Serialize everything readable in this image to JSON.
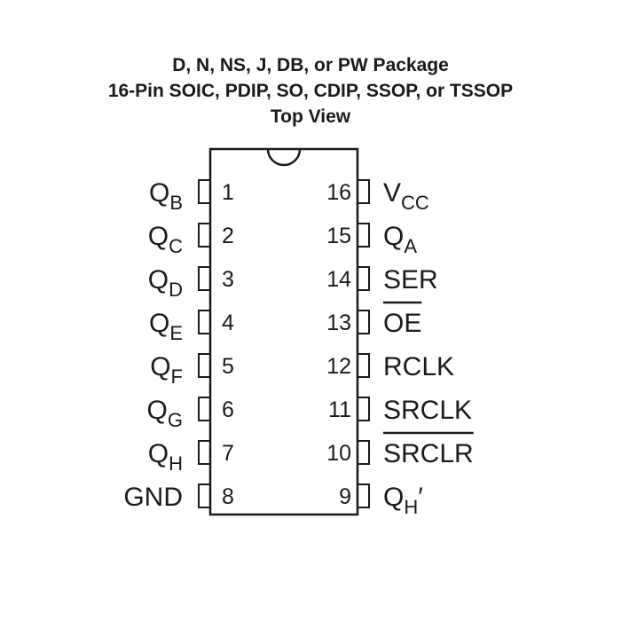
{
  "title": {
    "line1": "D, N, NS, J, DB, or PW Package",
    "line2": "16-Pin SOIC, PDIP, SO, CDIP, SSOP, or TSSOP",
    "line3": "Top View"
  },
  "left_pins": [
    {
      "num": "1",
      "name": "Q",
      "sub": "B",
      "overline": false
    },
    {
      "num": "2",
      "name": "Q",
      "sub": "C",
      "overline": false
    },
    {
      "num": "3",
      "name": "Q",
      "sub": "D",
      "overline": false
    },
    {
      "num": "4",
      "name": "Q",
      "sub": "E",
      "overline": false
    },
    {
      "num": "5",
      "name": "Q",
      "sub": "F",
      "overline": false
    },
    {
      "num": "6",
      "name": "Q",
      "sub": "G",
      "overline": false
    },
    {
      "num": "7",
      "name": "Q",
      "sub": "H",
      "overline": false
    },
    {
      "num": "8",
      "name": "GND",
      "sub": "",
      "overline": false
    }
  ],
  "right_pins": [
    {
      "num": "16",
      "name": "V",
      "sub": "CC",
      "suffix": "",
      "overline": false
    },
    {
      "num": "15",
      "name": "Q",
      "sub": "A",
      "suffix": "",
      "overline": false
    },
    {
      "num": "14",
      "name": "SER",
      "sub": "",
      "suffix": "",
      "overline": false
    },
    {
      "num": "13",
      "name": "OE",
      "sub": "",
      "suffix": "",
      "overline": true
    },
    {
      "num": "12",
      "name": "RCLK",
      "sub": "",
      "suffix": "",
      "overline": false
    },
    {
      "num": "11",
      "name": "SRCLK",
      "sub": "",
      "suffix": "",
      "overline": false
    },
    {
      "num": "10",
      "name": "SRCLR",
      "sub": "",
      "suffix": "",
      "overline": true
    },
    {
      "num": "9",
      "name": "Q",
      "sub": "H",
      "suffix": "′",
      "overline": false
    }
  ],
  "colors": {
    "ink": "#1a1a1a",
    "background": "#ffffff"
  }
}
